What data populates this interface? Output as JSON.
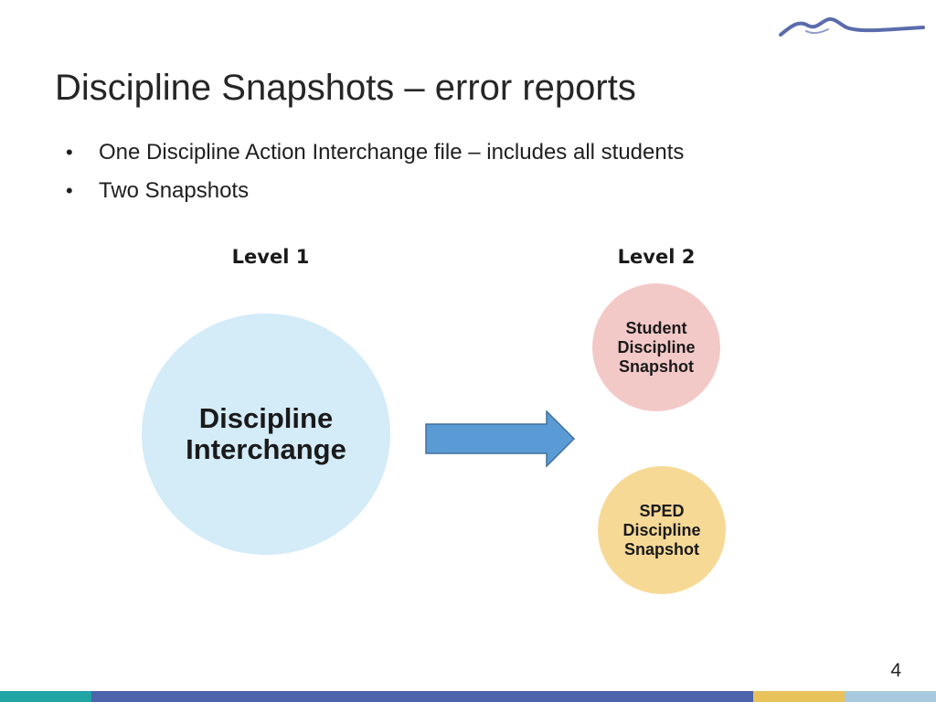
{
  "slide": {
    "title": "Discipline Snapshots – error reports",
    "bullets": [
      "One Discipline Action Interchange file – includes all students",
      "Two Snapshots"
    ],
    "page_number": "4"
  },
  "diagram": {
    "level1_label": "Level 1",
    "level2_label": "Level 2",
    "source": "Discipline Interchange",
    "targets": [
      "Student Discipline Snapshot",
      "SPED Discipline Snapshot"
    ]
  },
  "colors": {
    "source_circle": "#d4ebf8",
    "student_circle": "#f3c9c8",
    "sped_circle": "#f7d996",
    "arrow_fill": "#5b9bd5",
    "arrow_stroke": "#41719c",
    "logo": "#5a6cab",
    "footer": [
      "#21a4a4",
      "#4d63ab",
      "#e8c25a",
      "#a9c9df"
    ]
  },
  "icons": {
    "logo": "mountain-logo-icon",
    "arrow": "right-arrow-icon"
  }
}
